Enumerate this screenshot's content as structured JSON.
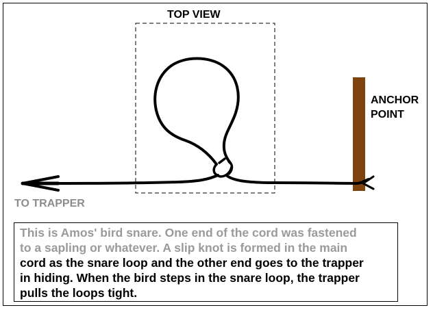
{
  "diagram": {
    "title": "TOP VIEW",
    "labels": {
      "anchor_line1": "ANCHOR",
      "anchor_line2": "POINT",
      "trapper": "TO TRAPPER"
    },
    "caption": {
      "faded_line1": "This is Amos' bird snare. One end of the cord was fastened",
      "faded_line2": "to a sapling or whatever. A slip knot is formed in the main",
      "line3": "cord as the snare loop and the other end goes to the trapper",
      "line4": "in hiding. When the bird steps in the snare loop, the trapper",
      "line5": "pulls the loops tight."
    },
    "colors": {
      "anchor_post": "#7f430f",
      "cord": "#000000",
      "trapper_label": "#8c8c8c",
      "faded_text": "#9a9a9a"
    },
    "elements": {
      "dashed_box": "top-view-region",
      "snare_loop": "slip-knot-loop",
      "arrow": "arrow-left-to-trapper",
      "post": "anchor-post"
    }
  }
}
